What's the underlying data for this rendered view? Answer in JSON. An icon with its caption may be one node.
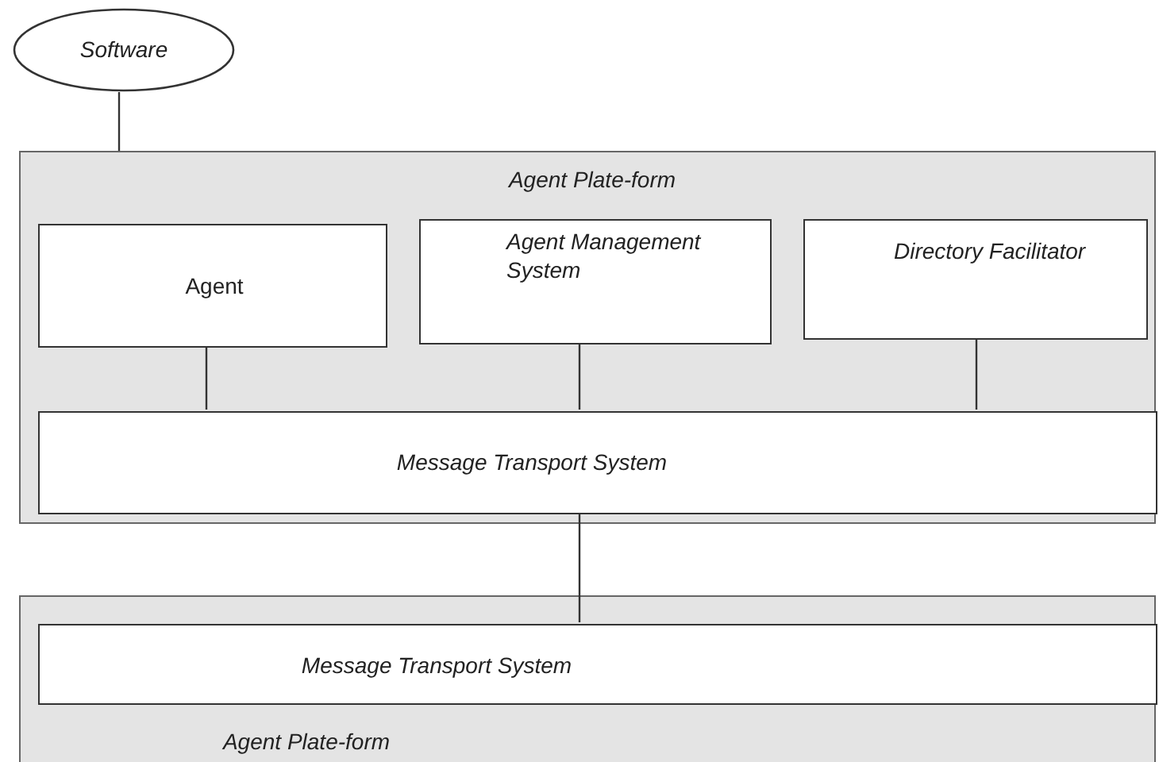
{
  "diagram": {
    "nodes": [
      {
        "text": [
          "Software"
        ]
      },
      {
        "text": [
          "Agent Plate-form"
        ]
      },
      {
        "text": [
          "Agent"
        ],
        "in": 1
      },
      {
        "text": [
          "Agent Management System"
        ],
        "in": 1
      },
      {
        "text": [
          "Directory Facilitator"
        ],
        "in": 1
      },
      {
        "text": [
          "Message Transport System"
        ],
        "in": 1
      },
      {
        "text": [
          "Agent Plate-form"
        ]
      },
      {
        "text": [
          "Message Transport System"
        ],
        "in": 6
      }
    ],
    "edges": [
      {
        "from": 0,
        "to": 1,
        "arrow": "none"
      },
      {
        "from": 2,
        "to": 5,
        "arrow": "none"
      },
      {
        "from": 3,
        "to": 5,
        "arrow": "none"
      },
      {
        "from": 4,
        "to": 5,
        "arrow": "none"
      },
      {
        "from": 5,
        "to": 7,
        "arrow": "none"
      }
    ]
  }
}
